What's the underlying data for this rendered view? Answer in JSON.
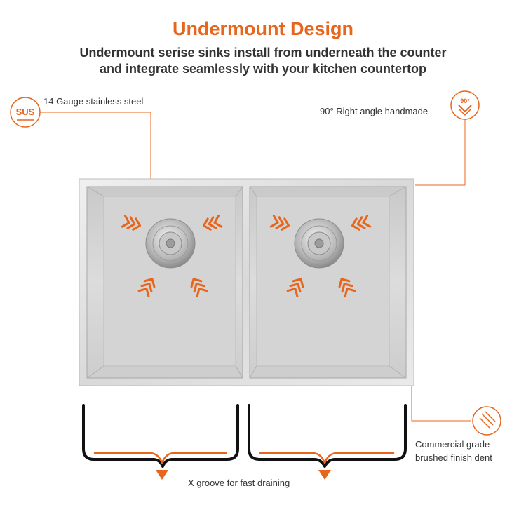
{
  "header": {
    "title": "Undermount Design",
    "subtitle_line1": "Undermount serise sinks install from underneath the counter",
    "subtitle_line2": "and integrate seamlessly with your kitchen countertop"
  },
  "callouts": {
    "gauge_label": "14 Gauge stainless steel",
    "sus_badge": "SUS",
    "angle_label": "90° Right angle handmade",
    "angle_badge": "90°",
    "finish_line1": "Commercial grade",
    "finish_line2": "brushed finish dent",
    "groove_label": "X groove for fast draining"
  },
  "colors": {
    "accent": "#e8651c",
    "text": "#333333",
    "steel_light": "#e6e6e6",
    "steel_mid": "#cfcfcf",
    "steel_dark": "#a8a8a8"
  },
  "icons": [
    "sus-badge-icon",
    "right-angle-badge-icon",
    "brushed-finish-icon",
    "drain-strainer-icon",
    "arrow-chevron-icon"
  ]
}
